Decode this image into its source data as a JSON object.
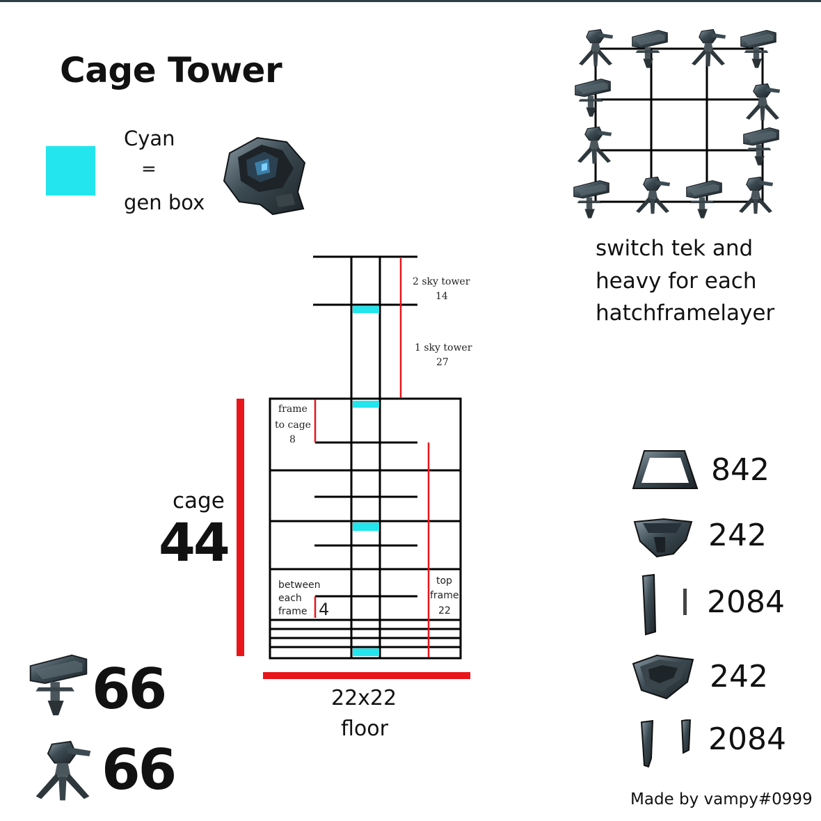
{
  "title": "Cage Tower",
  "legend": {
    "cyan_label": "Cyan",
    "equals": "=",
    "meaning": "gen box",
    "swatch_color": "#22e5ee",
    "icon": "gen-box-icon"
  },
  "turret_layout": {
    "grid": "3x3",
    "icons": [
      "heavy-turret-icon",
      "tek-turret-icon"
    ]
  },
  "note": {
    "line1": "switch tek and",
    "line2": "heavy for each",
    "line3": "hatchframelayer"
  },
  "tower": {
    "sky2_label": "2 sky tower",
    "sky2_value": "14",
    "sky1_label": "1 sky tower",
    "sky1_value": "27",
    "frame_to_cage_line1": "frame",
    "frame_to_cage_line2": "to cage",
    "frame_to_cage_value": "8",
    "between_line1": "between",
    "between_line2": "each",
    "between_line3": "frame",
    "between_value": "4",
    "top_frame_line1": "top",
    "top_frame_line2": "frame",
    "top_frame_value": "22",
    "cage_word": "cage",
    "cage_value": "44",
    "floor_size": "22x22",
    "floor_word": "floor",
    "marker_color": "#e8151b"
  },
  "resources": [
    {
      "icon": "foundation-icon",
      "count": "842"
    },
    {
      "icon": "ceiling-icon",
      "count": "242"
    },
    {
      "icon": "wall-icon",
      "count": "2084"
    },
    {
      "icon": "hatchframe-icon",
      "count": "242"
    },
    {
      "icon": "pillar-icon",
      "count": "2084"
    }
  ],
  "turrets": [
    {
      "icon": "heavy-turret-icon",
      "count": "66"
    },
    {
      "icon": "tek-turret-icon",
      "count": "66"
    }
  ],
  "credit": "Made by vampy#0999"
}
